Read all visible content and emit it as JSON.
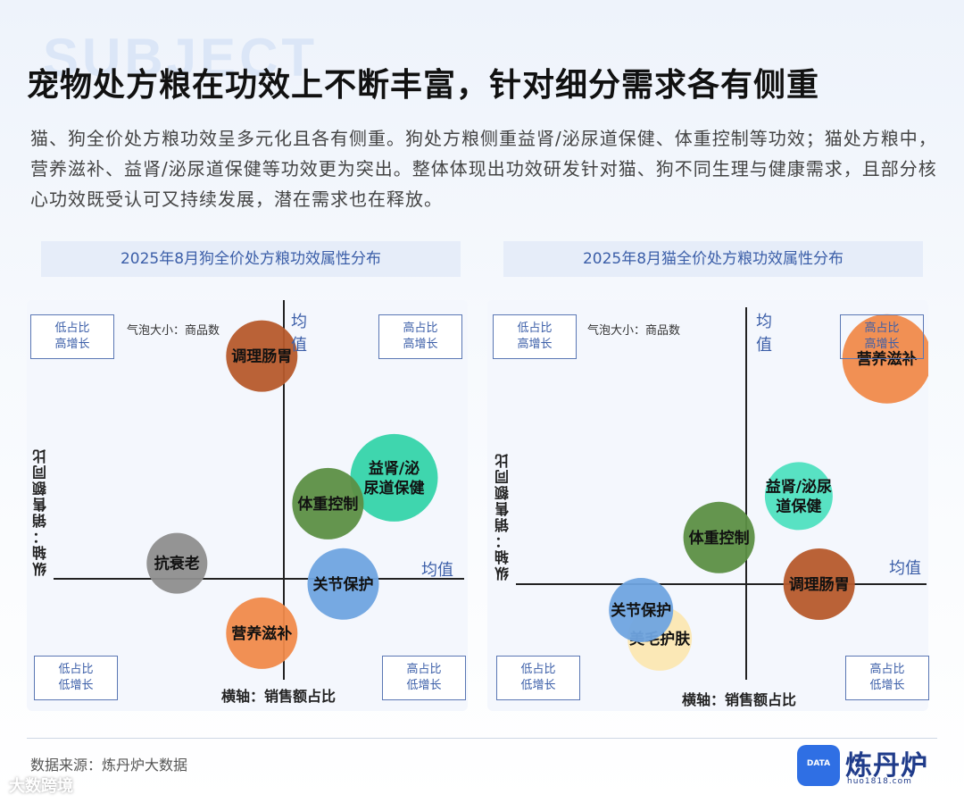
{
  "header": {
    "watermark": "SUBJECT",
    "title": "宠物处方粮在功效上不断丰富，针对细分需求各有侧重",
    "subtitle": "猫、狗全价处方粮功效呈多元化且各有侧重。狗处方粮侧重益肾/泌尿道保健、体重控制等功效；猫处方粮中，营养滋补、益肾/泌尿道保健等功效更为突出。整体体现出功效研发针对猫、狗不同生理与健康需求，且部分核心功效既受认可又持续发展，潜在需求也在释放。"
  },
  "panels": [
    {
      "panel_title": "2025年8月狗全价处方粮功效属性分布",
      "legend_note": "气泡大小：商品数",
      "avg_x_label": "均值",
      "avg_y_label": "均",
      "avg_y_label2": "值",
      "xlabel": "横轴：销售额占比",
      "ylabel": "纵轴：销售额同比",
      "quadrants": {
        "top_left": [
          "低占比",
          "高增长"
        ],
        "top_right": [
          "高占比",
          "高增长"
        ],
        "bottom_left": [
          "低占比",
          "低增长"
        ],
        "bottom_right": [
          "高占比",
          "低增长"
        ]
      }
    },
    {
      "panel_title": "2025年8月猫全价处方粮功效属性分布",
      "legend_note": "气泡大小：商品数",
      "avg_x_label": "均值",
      "avg_y_label": "均",
      "avg_y_label2": "值",
      "xlabel": "横轴：销售额占比",
      "ylabel": "纵轴：销售额同比",
      "quadrants": {
        "top_left": [
          "低占比",
          "高增长"
        ],
        "top_right": [
          "高占比",
          "高增长"
        ],
        "bottom_left": [
          "低占比",
          "低增长"
        ],
        "bottom_right": [
          "高占比",
          "低增长"
        ]
      }
    }
  ],
  "chart_data": [
    {
      "type": "scatter",
      "title": "2025年8月狗全价处方粮功效属性分布",
      "xlabel": "横轴：销售额占比",
      "ylabel": "纵轴：销售额同比",
      "note": "气泡大小：商品数",
      "x_avg": 0,
      "y_avg": 0,
      "xlim": [
        -1,
        1
      ],
      "ylim": [
        -1,
        1
      ],
      "bubbles": [
        {
          "label": [
            "调理肠胃"
          ],
          "x": -0.13,
          "y": 0.86,
          "size": 40,
          "color": "#b65a2c"
        },
        {
          "label": [
            "益肾/泌",
            "尿道保健"
          ],
          "x": 0.65,
          "y": 0.39,
          "size": 49,
          "color": "#35d4aa"
        },
        {
          "label": [
            "体重控制"
          ],
          "x": 0.26,
          "y": 0.29,
          "size": 40,
          "color": "#5c8f44"
        },
        {
          "label": [
            "抗衰老"
          ],
          "x": -0.63,
          "y": 0.06,
          "size": 34,
          "color": "#8e8e8e"
        },
        {
          "label": [
            "关节保护"
          ],
          "x": 0.35,
          "y": -0.02,
          "size": 40,
          "color": "#6fa4e0"
        },
        {
          "label": [
            "营养滋补"
          ],
          "x": -0.13,
          "y": -0.21,
          "size": 40,
          "color": "#f08a4b"
        }
      ]
    },
    {
      "type": "scatter",
      "title": "2025年8月猫全价处方粮功效属性分布",
      "xlabel": "横轴：销售额占比",
      "ylabel": "纵轴：销售额同比",
      "note": "气泡大小：商品数",
      "x_avg": 0,
      "y_avg": 0,
      "xlim": [
        -1,
        1
      ],
      "ylim": [
        -1,
        1
      ],
      "bubbles": [
        {
          "label": [
            "营养滋补"
          ],
          "x": 0.83,
          "y": 0.87,
          "size": 50,
          "color": "#f08a4b"
        },
        {
          "label": [
            "益肾/泌尿",
            "道保健"
          ],
          "x": 0.31,
          "y": 0.34,
          "size": 38,
          "color": "#4fe0c0"
        },
        {
          "label": [
            "体重控制"
          ],
          "x": -0.16,
          "y": 0.18,
          "size": 40,
          "color": "#5c8f44"
        },
        {
          "label": [
            "调理肠胃"
          ],
          "x": 0.43,
          "y": 0.0,
          "size": 40,
          "color": "#b65a2c"
        },
        {
          "label": [
            "美毛护肤"
          ],
          "x": -0.51,
          "y": -0.21,
          "size": 36,
          "color": "#fbe7b2"
        },
        {
          "label": [
            "关节保护"
          ],
          "x": -0.62,
          "y": -0.1,
          "size": 36,
          "color": "#6fa4e0"
        }
      ]
    }
  ],
  "footer": {
    "source": "数据来源：炼丹炉大数据",
    "logo_text": "炼丹炉",
    "logo_icon_text": "DATA",
    "logo_url": "huo1818.com",
    "corner_watermark": "大数跨境"
  }
}
